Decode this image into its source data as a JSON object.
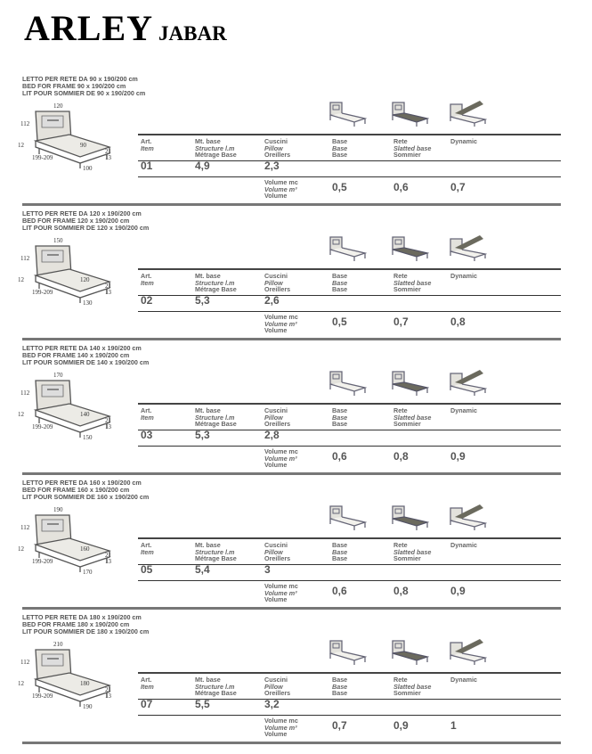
{
  "header": {
    "brand": "ARLEY",
    "model": "JABAR"
  },
  "columns": {
    "art": [
      "Art.",
      "Item"
    ],
    "mt": [
      "Mt. base",
      "Structure l.m",
      "Métrage Base"
    ],
    "cuscini": [
      "Cuscini",
      "Pillow",
      "Oreillers"
    ],
    "base": [
      "Base",
      "Base",
      "Base"
    ],
    "rete": [
      "Rete",
      "Slatted base",
      "Sommier"
    ],
    "dynamic": "Dynamic",
    "volume": [
      "Volume mc",
      "Volume m³",
      "Volume"
    ]
  },
  "sections": [
    {
      "lines": [
        "LETTO PER RETE DA 90 x 190/200 cm",
        "BED FOR FRAME 90 x 190/200 cm",
        "LIT POUR SOMMIER DE 90 x 190/200 cm"
      ],
      "dims": {
        "width": "120",
        "height": "112",
        "mattress": "90",
        "length": "199-209",
        "base_width": "100",
        "leg": "12",
        "h1": "21",
        "h2": "13"
      },
      "art": "01",
      "mt": "4,9",
      "cuscini": "2,3",
      "vol_base": "0,5",
      "vol_rete": "0,6",
      "vol_dynamic": "0,7"
    },
    {
      "lines": [
        "LETTO PER RETE DA 120 x 190/200 cm",
        "BED FOR FRAME 120 x 190/200 cm",
        "LIT POUR SOMMIER DE 120 x 190/200 cm"
      ],
      "dims": {
        "width": "150",
        "height": "112",
        "mattress": "120",
        "length": "199-209",
        "base_width": "130",
        "leg": "12",
        "h1": "21",
        "h2": "13"
      },
      "art": "02",
      "mt": "5,3",
      "cuscini": "2,6",
      "vol_base": "0,5",
      "vol_rete": "0,7",
      "vol_dynamic": "0,8"
    },
    {
      "lines": [
        "LETTO PER RETE DA 140 x 190/200 cm",
        "BED FOR FRAME 140 x 190/200 cm",
        "LIT POUR SOMMIER DE 140 x 190/200 cm"
      ],
      "dims": {
        "width": "170",
        "height": "112",
        "mattress": "140",
        "length": "199-209",
        "base_width": "150",
        "leg": "12",
        "h1": "21",
        "h2": "13"
      },
      "art": "03",
      "mt": "5,3",
      "cuscini": "2,8",
      "vol_base": "0,6",
      "vol_rete": "0,8",
      "vol_dynamic": "0,9"
    },
    {
      "lines": [
        "LETTO PER RETE DA 160 x 190/200 cm",
        "BED FOR FRAME 160 x 190/200 cm",
        "LIT POUR SOMMIER DE 160 x 190/200 cm"
      ],
      "dims": {
        "width": "190",
        "height": "112",
        "mattress": "160",
        "length": "199-209",
        "base_width": "170",
        "leg": "12",
        "h1": "21",
        "h2": "13"
      },
      "art": "05",
      "mt": "5,4",
      "cuscini": "3",
      "vol_base": "0,6",
      "vol_rete": "0,8",
      "vol_dynamic": "0,9"
    },
    {
      "lines": [
        "LETTO PER RETE DA 180 x 190/200 cm",
        "BED FOR FRAME 180 x 190/200 cm",
        "LIT POUR SOMMIER DE 180 x 190/200 cm"
      ],
      "dims": {
        "width": "210",
        "height": "112",
        "mattress": "180",
        "length": "199-209",
        "base_width": "190",
        "leg": "12",
        "h1": "21",
        "h2": "13"
      },
      "art": "07",
      "mt": "5,5",
      "cuscini": "3,2",
      "vol_base": "0,7",
      "vol_rete": "0,9",
      "vol_dynamic": "1"
    }
  ]
}
